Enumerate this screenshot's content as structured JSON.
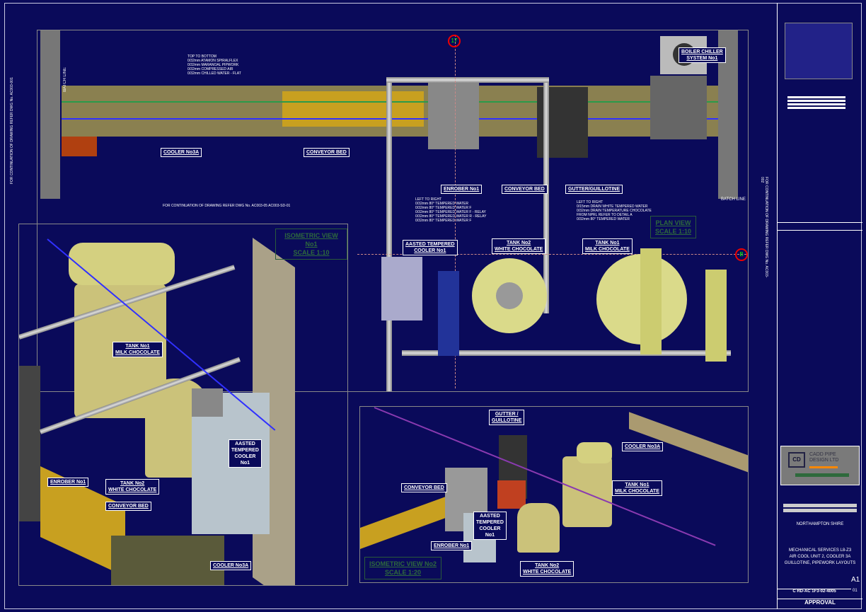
{
  "plan": {
    "title": "PLAN VIEW",
    "scale": "SCALE 1:10",
    "grid_marker_top": "17",
    "grid_marker_right": "B",
    "batch_line_left": "BATCH LINE",
    "batch_line_right": "BATCH LINE",
    "labels": {
      "cooler": "COOLER No3A",
      "conveyor_left": "CONVEYOR BED",
      "enrober": "ENROBER No1",
      "conveyor": "CONVEYOR BED",
      "gutter": "GUTTER/GUILLOTINE",
      "aasted": [
        "AASTED TEMPERED",
        "COOLER No1"
      ],
      "tank2": [
        "TANK No2",
        "WHITE CHOCOLATE"
      ],
      "tank1": [
        "TANK No1",
        "MILK CHOCOLATE"
      ],
      "boiler": [
        "BOILER CHILLER",
        "SYSTEM No1"
      ]
    },
    "notes": {
      "top_to_bottom": "TOP TO BOTTOM\n0/32mm ATAMON SPIRALFLEX\n0/32mm MARANOAL PIPWORK\n0/32mm COMPRESSED AIR\n0/32mm CHILLED WATER - FLAT",
      "left_to_right": "LEFT TO RIGHT\n0/32mm 80° TEMPERED WATER\n0/32mm 80° TEMPERED WATER F\n0/32mm 80° TEMPERED WATER F - RELAY\n0/32mm 80° TEMPERED WATER R - RELAY\n0/32mm 80° TEMPERED WATER F",
      "left_to_right2": "LEFT TO RIGHT\n0/15mm DRAIN WHITE TEMPERED WATER\n0/32mm DRAIN TEMPERATURE CHOCOLATE\nFROM NPRL REFER TO DETAIL A\n0/32mm 80° TEMPERED WATER"
    }
  },
  "iso1": {
    "title": "ISOMETRIC VIEW No1",
    "scale": "SCALE 1:10",
    "tank": [
      "TANK No1",
      "MILK CHOCOLATE"
    ],
    "tank2": [
      "TANK No2",
      "WHITE CHOCOLATE"
    ],
    "aasted": [
      "AASTED",
      "TEMPERED",
      "COOLER",
      "No1"
    ],
    "enrober": "ENROBER No1",
    "conveyor": "CONVEYOR BED",
    "cooler": "COOLER No3A"
  },
  "iso2": {
    "title": "ISOMETRIC VIEW No2",
    "scale": "SCALE 1:20",
    "gutter": [
      "GUTTER /",
      "GUILLOTINE"
    ],
    "cooler": "COOLER No3A",
    "tank1": [
      "TANK No1",
      "MILK CHOCOLATE"
    ],
    "tank2": [
      "TANK No2",
      "WHITE CHOCOLATE"
    ],
    "conveyor": "CONVEYOR BED",
    "enrober": "ENROBER No1",
    "aasted": [
      "AASTED",
      "TEMPERED",
      "COOLER",
      "No1"
    ]
  },
  "side_left": "FOR CONTINUATION OF DRAWING REFER DWG No. AC003-001",
  "side_right": "FOR CONTINUATION OF DRAWING REFER DWG No. AC003-002",
  "continuation_mid": "FOR CONTINUATION OF DRAWING REFER DWG No. AC003-05 AC003-SD-01",
  "title_block": {
    "company": [
      "CADD PIPE",
      "DESIGN LTD"
    ],
    "logo": "CD",
    "location": "NORTHAMPTON SHIRE",
    "description": [
      "MECHANICAL SERVICES L8-Z3",
      "AIR COOL UNIT 2, COOLER 3A",
      "GUILLOTINE, PIPEWORK LAYOUTS"
    ],
    "size": "A1",
    "drawing_no": "C RD-AC 1F3-02-4005",
    "revision": "01",
    "status": "APPROVAL"
  },
  "colors": {
    "background": "#0a0a5a",
    "tank": "#dada8a",
    "conveyor": "#c8a020"
  }
}
